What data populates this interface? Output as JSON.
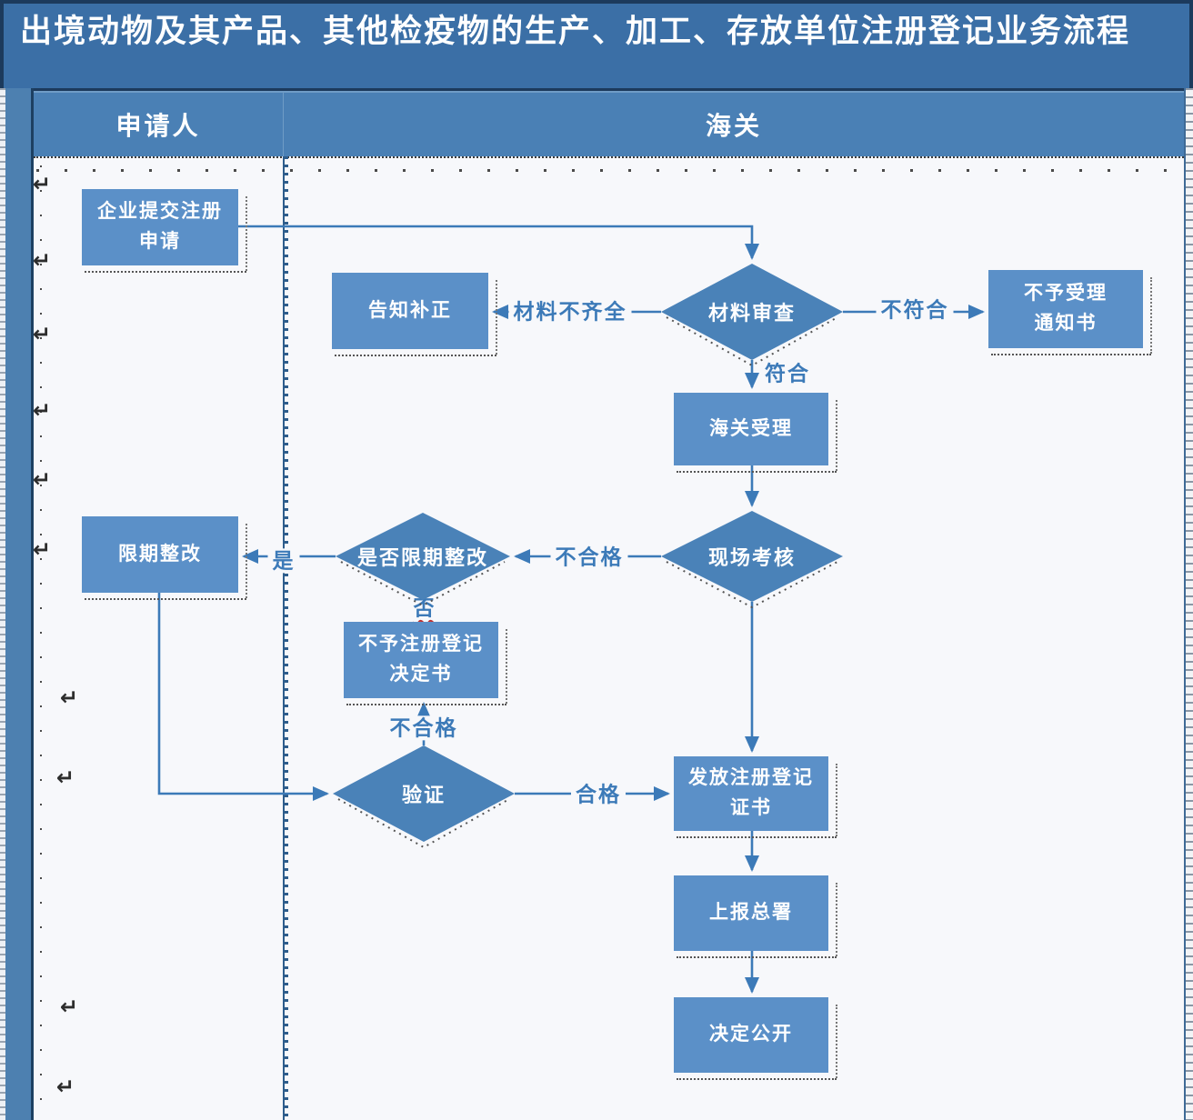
{
  "title": "出境动物及其产品、其他检疫物的生产、加工、存放单位注册登记业务流程",
  "lanes": {
    "applicant": "申请人",
    "customs": "海关"
  },
  "nodes": {
    "submit": "企业提交注册\n申请",
    "notify": "告知补正",
    "reject_notice": "不予受理\n通知书",
    "review": "材料审查",
    "accept": "海关受理",
    "onsite": "现场考核",
    "deadline_q": "是否限期整改",
    "rectify": "限期整改",
    "no_register": "不予注册登记\n决定书",
    "verify": "验证",
    "issue_cert": "发放注册登记\n证书",
    "report": "上报总署",
    "publish": "决定公开"
  },
  "edge_labels": {
    "incomplete": "材料不齐全",
    "not_conform": "不符合",
    "conform": "符合",
    "fail_onsite": "不合格",
    "yes": "是",
    "no": "否",
    "fail_verify": "不合格",
    "pass": "合格"
  },
  "marks": {
    "line_break": "↵"
  },
  "colors": {
    "title_bar": "#3b6fa6",
    "title_border": "#1c3a5c",
    "lane_header": "#4a80b5",
    "box_fill": "#5b90c8",
    "diamond_fill": "#4a82b8",
    "connector": "#3c7ab8",
    "edge_label_text": "#3c7ab8",
    "content_background": "#f7f8fb"
  }
}
